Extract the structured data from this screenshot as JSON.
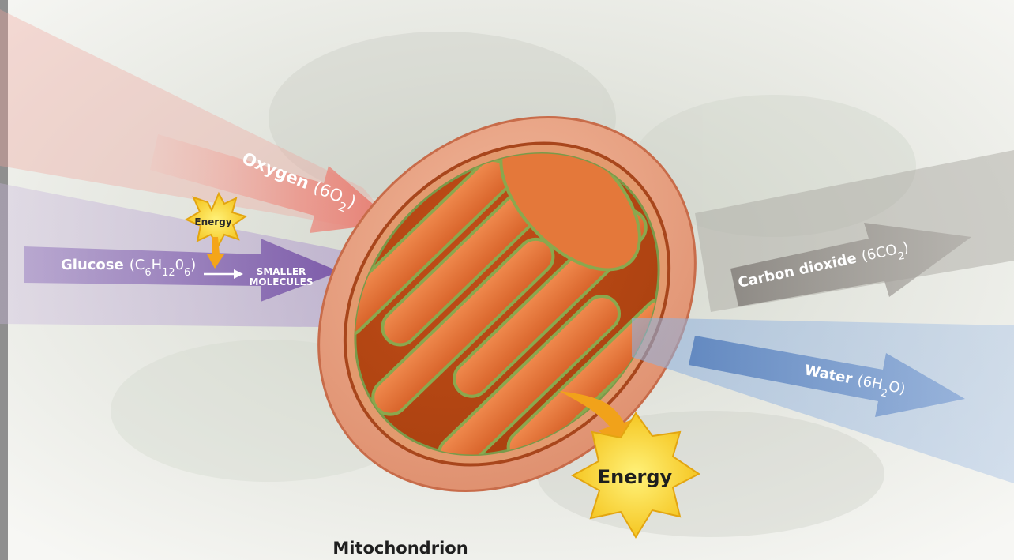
{
  "labels": {
    "oxygen": "Oxygen",
    "oxygen_formula": {
      "pre": "(6O",
      "sub": "2",
      "post": ")"
    },
    "glucose": "Glucose",
    "glucose_formula": {
      "open": "(C",
      "s1": "6",
      "h": "H",
      "s2": "12",
      "o": "0",
      "s3": "6",
      "close": ")"
    },
    "smaller_line1": "SMALLER",
    "smaller_line2": "MOLECULES",
    "energy_small": "Energy",
    "carbon_dioxide": "Carbon dioxide",
    "co2_formula": {
      "pre": "(6CO",
      "sub": "2",
      "post": ")"
    },
    "water": "Water",
    "water_formula": {
      "pre": "(6H",
      "sub": "2",
      "post": "O)"
    },
    "energy_large": "Energy",
    "caption": "Mitochondrion"
  },
  "colors": {
    "oxygen_arrow": "#e8867c",
    "glucose_arrow": "#8a6bb3",
    "co2_arrow": "#9a9690",
    "water_arrow": "#6f93c8",
    "mito_outer": "#e9a282",
    "mito_inner": "#d8632a",
    "energy_star": "#f7cf1e"
  }
}
